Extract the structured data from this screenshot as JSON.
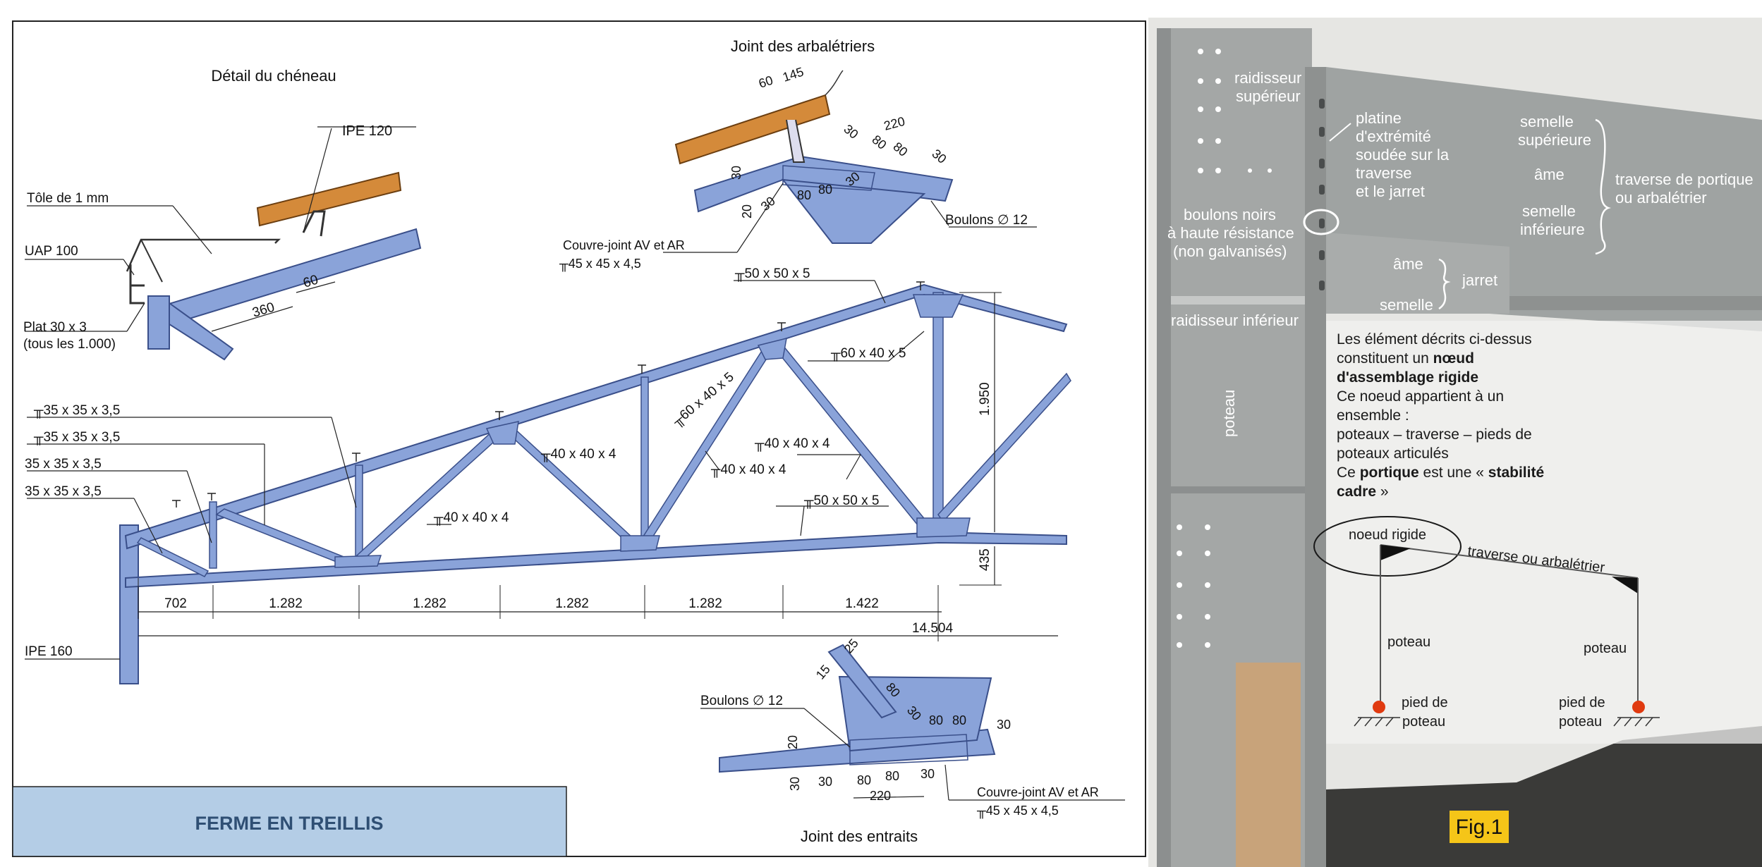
{
  "truss_drawing": {
    "title": "FERME EN TREILLIS",
    "gutter_detail": {
      "title": "Détail du chéneau",
      "ipe_120": "IPE 120",
      "sheet": "Tôle de 1 mm",
      "uap": "UAP 100",
      "flat": "Plat 30 x 3",
      "flat_spacing": "(tous les 1.000)",
      "dim_360": "360",
      "dim_60": "60"
    },
    "rafter_joint": {
      "title": "Joint des arbalétriers",
      "bolts": "Boulons ∅ 12",
      "cover_plate": "Couvre-joint AV et AR",
      "cover_section": "╥45 x 45 x 4,5",
      "dims": [
        "60",
        "145",
        "220",
        "30",
        "80",
        "80",
        "30",
        "30",
        "20",
        "30",
        "80",
        "80",
        "30"
      ]
    },
    "tie_joint": {
      "title": "Joint des entraits",
      "bolts": "Boulons ∅ 12",
      "cover_plate": "Couvre-joint AV et AR",
      "cover_section": "╥45 x 45 x 4,5",
      "dims": [
        "25",
        "15",
        "80",
        "30",
        "80",
        "80",
        "30",
        "20",
        "30",
        "30",
        "80",
        "80",
        "30",
        "220"
      ]
    },
    "sections": {
      "s1": "╥35 x 35 x 3,5",
      "s2": "╥35 x 35 x 3,5",
      "s3": "35 x 35 x 3,5",
      "s4": "35 x 35 x 3,5",
      "top_chord": "╥50 x 50 x 5",
      "bottom_chord": "╥50 x 50 x 5",
      "diag_a": "╥60 x 40 x 5",
      "diag_b": "╥60 x 40 x 5",
      "diag_c": "╥40 x 40 x 4",
      "diag_d": "╥40 x 40 x 4",
      "diag_e": "╥40 x 40 x 4",
      "diag_f": "╥40 x 40 x 4",
      "column": "IPE 160"
    },
    "dimensions": {
      "spans": [
        "702",
        "1.282",
        "1.282",
        "1.282",
        "1.282",
        "1.422"
      ],
      "total": "14.504",
      "height_top": "1.950",
      "height_bottom": "435"
    }
  },
  "photo_panel": {
    "labels": {
      "stiffener_top_1": "raidisseur",
      "stiffener_top_2": "supérieur",
      "end_plate_1": "platine",
      "end_plate_2": "d'extrémité",
      "end_plate_3": "soudée sur la",
      "end_plate_4": "traverse",
      "end_plate_5": "et le jarret",
      "flange_top_1": "semelle",
      "flange_top_2": "supérieure",
      "web": "âme",
      "flange_bottom_1": "semelle",
      "flange_bottom_2": "inférieure",
      "beam_1": "traverse de portique",
      "beam_2": "ou arbalétrier",
      "bolts_1": "boulons noirs",
      "bolts_2": "à haute résistance",
      "bolts_3": "(non galvanisés)",
      "haunch_web": "âme",
      "haunch": "jarret",
      "haunch_flange": "semelle",
      "stiffener_bottom": "raidisseur inférieur",
      "column": "poteau"
    },
    "text_lines": [
      {
        "plain": "Les élément décrits ci-dessus",
        "bold": ""
      },
      {
        "plain": "constituent un ",
        "bold": "nœud"
      },
      {
        "plain": "",
        "bold": "d'assemblage rigide"
      },
      {
        "plain": "Ce noeud appartient à un",
        "bold": ""
      },
      {
        "plain": "ensemble :",
        "bold": ""
      },
      {
        "plain": "poteaux – traverse – pieds de",
        "bold": ""
      },
      {
        "plain": "poteaux articulés",
        "bold": ""
      }
    ],
    "text_stability_1": "Ce ",
    "text_stability_bold_1": "portique",
    "text_stability_2": " est une « ",
    "text_stability_bold_2": "stabilité",
    "text_stability_bold_3": "cadre",
    "text_stability_3": " »",
    "schema": {
      "rigid_node": "noeud rigide",
      "beam": "traverse ou arbalétrier",
      "post_left": "poteau",
      "post_right": "poteau",
      "foot_left_1": "pied de",
      "foot_left_2": "poteau",
      "foot_right_1": "pied de",
      "foot_right_2": "poteau"
    },
    "figure_tag": "Fig.1"
  },
  "colors": {
    "steel_blue": "#8aa3d9",
    "steel_stroke": "#3a4f8a",
    "purlin_orange": "#d48a3a",
    "title_box": "#b4cde6",
    "photo_steel": "#a7aaaa",
    "fig_tag": "#f5c518",
    "pin_red": "#e03a10"
  }
}
